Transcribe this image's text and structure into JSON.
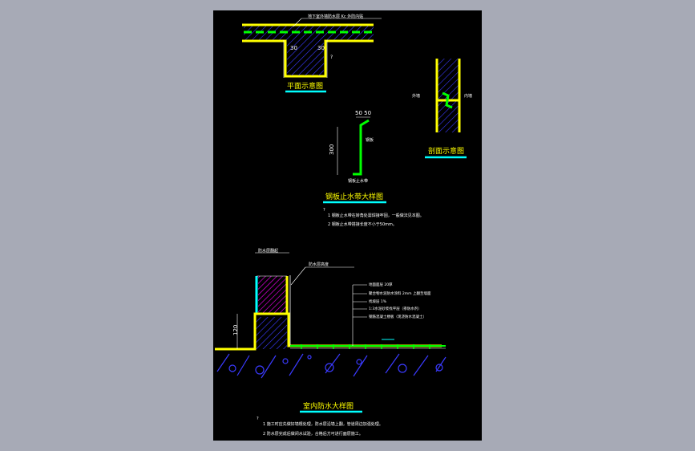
{
  "drawing": {
    "plan": {
      "title": "平面示意图",
      "note_top": "地下室外墙防水层 Kc 外防内贴",
      "dim_left": "30",
      "dim_right": "30",
      "mark": "?"
    },
    "section": {
      "title": "剖面示意图",
      "label_left": "外墙",
      "label_right": "内墙"
    },
    "waterstop": {
      "title": "钢板止水带大样图",
      "dim_top": "50 50",
      "dim_height": "300",
      "label_side": "钢板",
      "label_bottom": "钢板止水带",
      "notes_mark": "?",
      "notes": [
        "1  钢板止水带在转角处需焊接牢固，一般做法见本图。",
        "2  钢板止水带搭接长度不小于50mm。"
      ]
    },
    "wall_detail": {
      "title": "室内防水大样图",
      "top_label": "防水层翻起",
      "right_label": "防水层高度",
      "dim_h": "120",
      "layers": [
        "地面面层  20厚",
        "聚合物水泥防水涂料 2mm  上翻至墙面",
        "找坡层  1%",
        "1:3水泥砂浆找平层（掺防水剂）",
        "钢筋混凝土楼板（现浇防水混凝土）"
      ],
      "notes_mark": "?",
      "notes": [
        "1  施工时应先做好墙根处理，防水层沿墙上翻，管道周边加强处理。",
        "2  防水层完成后做闭水试验，合格后方可进行面层施工。"
      ]
    }
  },
  "colors": {
    "background": "#a7aab6",
    "canvas": "#000000",
    "yellow": "#ffff00",
    "green": "#00ff00",
    "cyan": "#00ffff",
    "blue": "#3a3aff",
    "magenta": "#ff00ff",
    "white": "#ffffff"
  }
}
